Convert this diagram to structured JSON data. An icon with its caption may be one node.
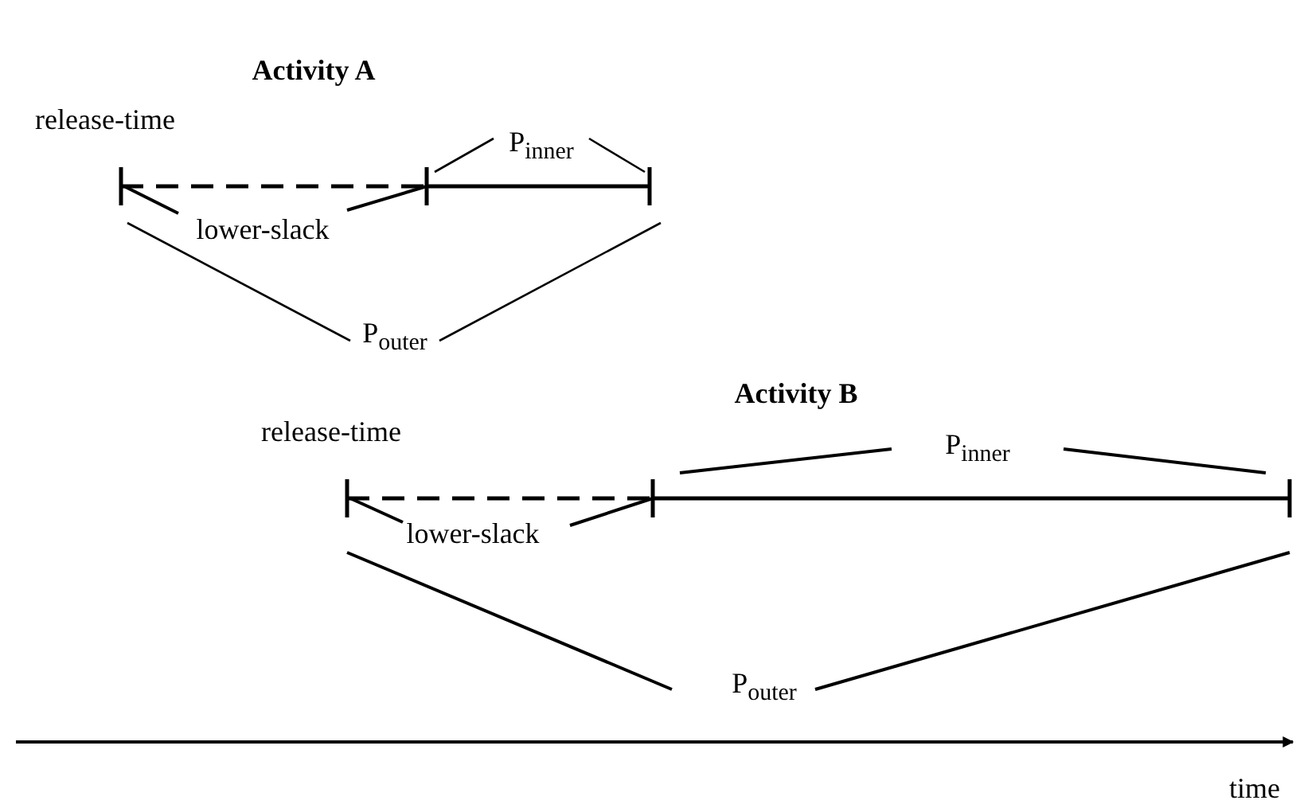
{
  "diagram": {
    "labels": [
      "Activity A",
      "release-time",
      "P$_{inner}$",
      "lower-slack",
      "P$_{outer}$",
      "Activity B",
      "release-time",
      "P$_{inner}$",
      "lower-slack",
      "P$_{outer}$",
      "time"
    ]
  }
}
